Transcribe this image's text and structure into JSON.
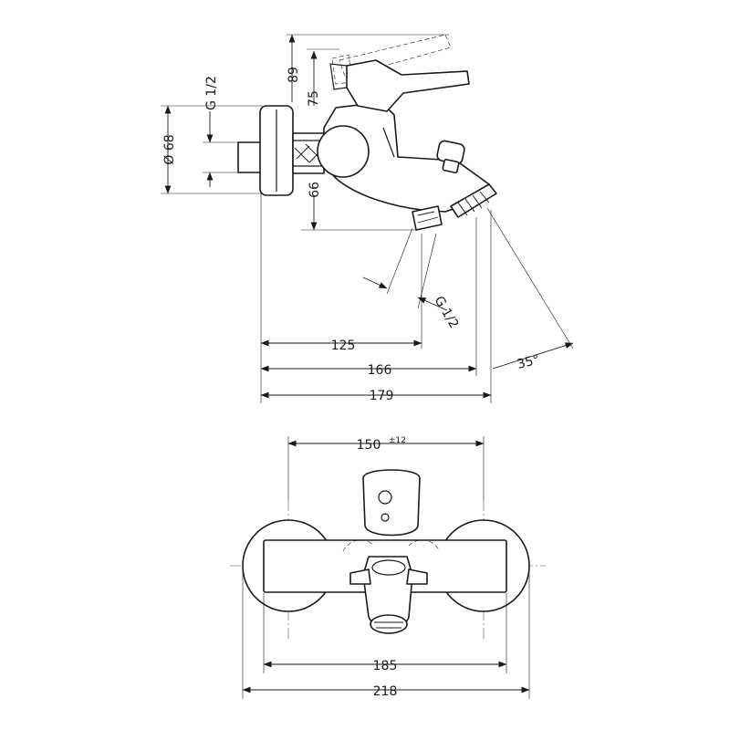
{
  "diagram": {
    "side_view": {
      "labels": {
        "height_total": "89",
        "height_lever": "75",
        "height_outlet": "66",
        "thread_inlet": "G 1/2",
        "flange_diameter": "Ø 68",
        "thread_outlet": "G 1/2",
        "projection_125": "125",
        "projection_166": "166",
        "projection_179": "179",
        "spout_angle": "35°"
      }
    },
    "front_view": {
      "labels": {
        "centre_distance": "150",
        "centre_tolerance": "±12",
        "body_width": "185",
        "overall_width": "218"
      }
    }
  }
}
